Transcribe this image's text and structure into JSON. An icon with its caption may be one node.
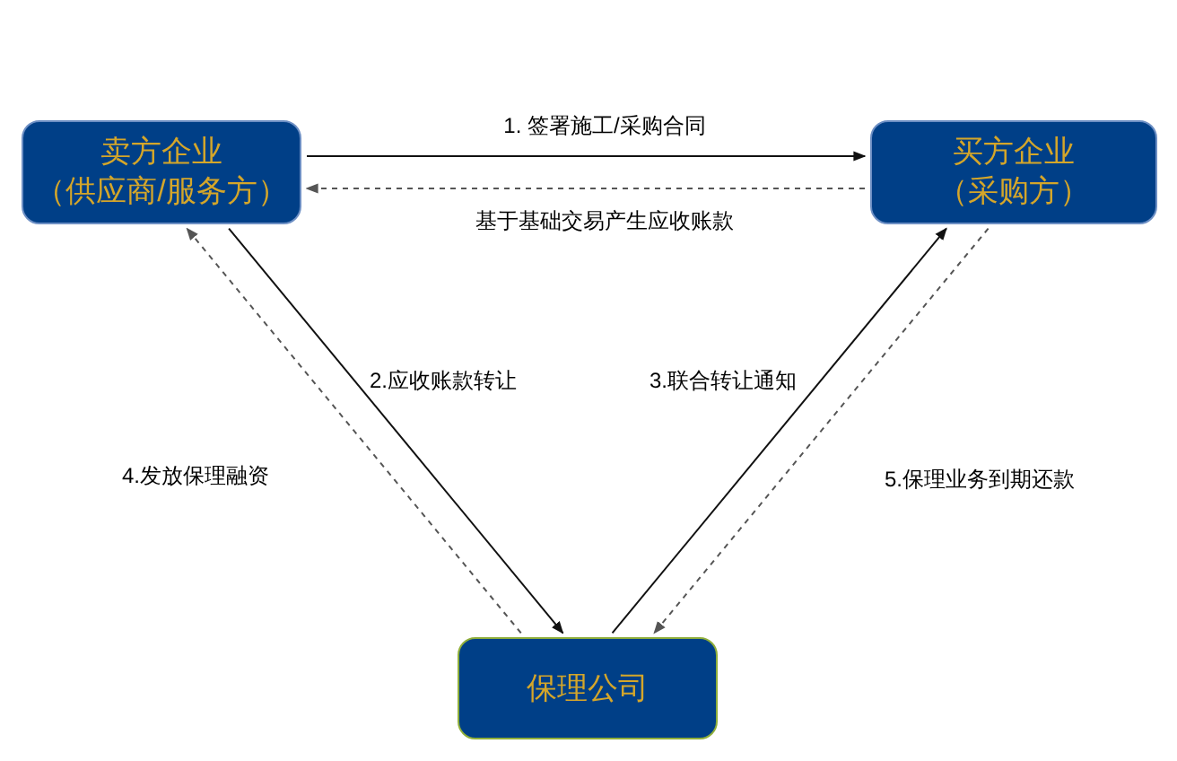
{
  "diagram": {
    "nodes": [
      {
        "text": [
          "卖方企业",
          "（供应商/服务方）"
        ]
      },
      {
        "text": [
          "买方企业",
          "（采购方）"
        ]
      },
      {
        "text": [
          "保理公司"
        ]
      }
    ],
    "edges": [
      {
        "from": 0,
        "to": 1,
        "arrow": "to",
        "label": "1. 签署施工/采购合同"
      },
      {
        "from": 1,
        "to": 0,
        "arrow": "to",
        "style": "dashed",
        "label": "基于基础交易产生应收账款"
      },
      {
        "from": 0,
        "to": 2,
        "arrow": "to",
        "label": "2.应收账款转让"
      },
      {
        "from": 2,
        "to": 1,
        "arrow": "to",
        "label": "3.联合转让通知"
      },
      {
        "from": 2,
        "to": 0,
        "arrow": "to",
        "style": "dashed",
        "label": "4.发放保理融资"
      },
      {
        "from": 1,
        "to": 2,
        "arrow": "to",
        "style": "dashed",
        "label": "5.保理业务到期还款"
      }
    ]
  }
}
